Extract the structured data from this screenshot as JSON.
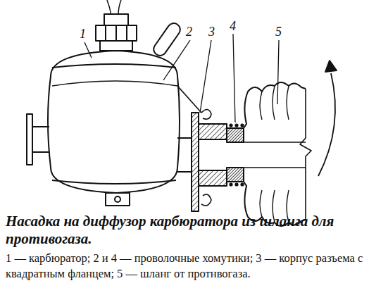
{
  "diagram": {
    "caption": "Насадка на диффузор карбюратора из шланга для противогаза.",
    "labels": [
      "1",
      "2",
      "3",
      "4",
      "5",
      "1 — карбюратор; 2 и 4 — проволочные хомутики; 3 — корпус разъема с квадратным фланцем; 5 — шланг от протнвогаза."
    ]
  }
}
